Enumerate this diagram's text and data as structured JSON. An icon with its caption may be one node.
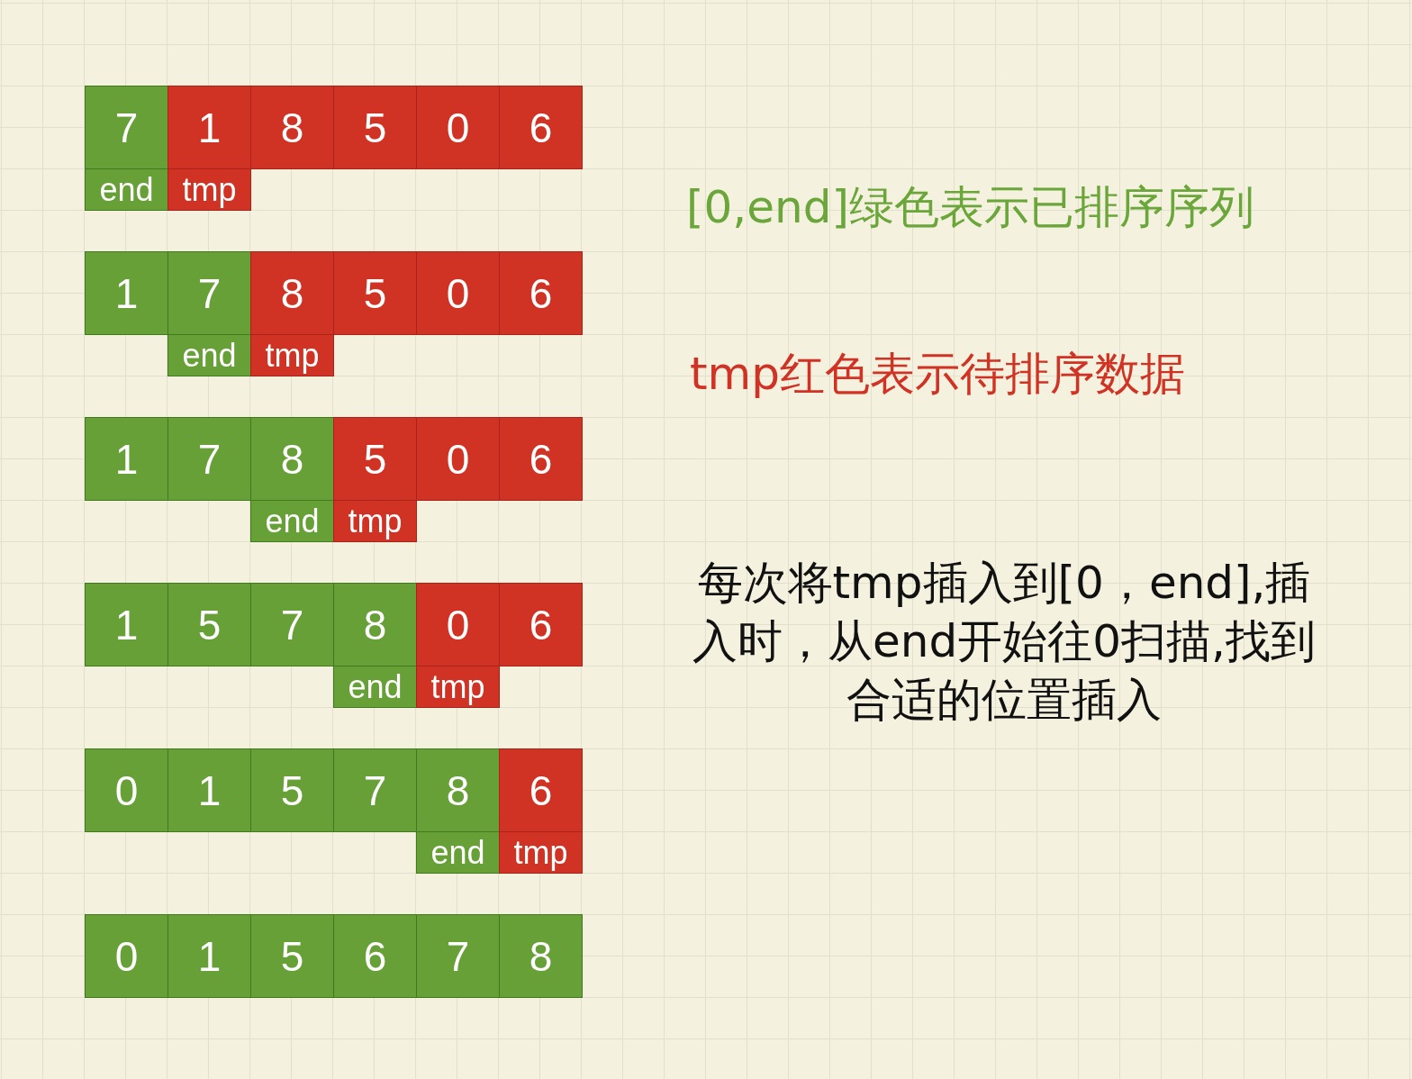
{
  "diagram": {
    "nodes": [
      {
        "text": [
          "7"
        ]
      },
      {
        "text": [
          "1"
        ]
      },
      {
        "text": [
          "8"
        ]
      },
      {
        "text": [
          "5"
        ]
      },
      {
        "text": [
          "0"
        ]
      },
      {
        "text": [
          "6"
        ]
      },
      {
        "text": [
          "end"
        ]
      },
      {
        "text": [
          "tmp"
        ]
      },
      {
        "text": [
          "1"
        ]
      },
      {
        "text": [
          "7"
        ]
      },
      {
        "text": [
          "8"
        ]
      },
      {
        "text": [
          "5"
        ]
      },
      {
        "text": [
          "0"
        ]
      },
      {
        "text": [
          "6"
        ]
      },
      {
        "text": [
          "end"
        ]
      },
      {
        "text": [
          "tmp"
        ]
      },
      {
        "text": [
          "1"
        ]
      },
      {
        "text": [
          "7"
        ]
      },
      {
        "text": [
          "8"
        ]
      },
      {
        "text": [
          "5"
        ]
      },
      {
        "text": [
          "0"
        ]
      },
      {
        "text": [
          "6"
        ]
      },
      {
        "text": [
          "end"
        ]
      },
      {
        "text": [
          "tmp"
        ]
      },
      {
        "text": [
          "1"
        ]
      },
      {
        "text": [
          "5"
        ]
      },
      {
        "text": [
          "7"
        ]
      },
      {
        "text": [
          "8"
        ]
      },
      {
        "text": [
          "0"
        ]
      },
      {
        "text": [
          "6"
        ]
      },
      {
        "text": [
          "end"
        ]
      },
      {
        "text": [
          "tmp"
        ]
      },
      {
        "text": [
          "0"
        ]
      },
      {
        "text": [
          "1"
        ]
      },
      {
        "text": [
          "5"
        ]
      },
      {
        "text": [
          "7"
        ]
      },
      {
        "text": [
          "8"
        ]
      },
      {
        "text": [
          "6"
        ]
      },
      {
        "text": [
          "end"
        ]
      },
      {
        "text": [
          "tmp"
        ]
      },
      {
        "text": [
          "0"
        ]
      },
      {
        "text": [
          "1"
        ]
      },
      {
        "text": [
          "5"
        ]
      },
      {
        "text": [
          "6"
        ]
      },
      {
        "text": [
          "7"
        ]
      },
      {
        "text": [
          "8"
        ]
      }
    ],
    "labels": [
      "[0,end]绿色表示已排序序列",
      "tmp红色表示待排序数据",
      "每次将tmp插入到[0，end],插入时，从end开始往0扫描,找到合适的位置插入"
    ]
  }
}
